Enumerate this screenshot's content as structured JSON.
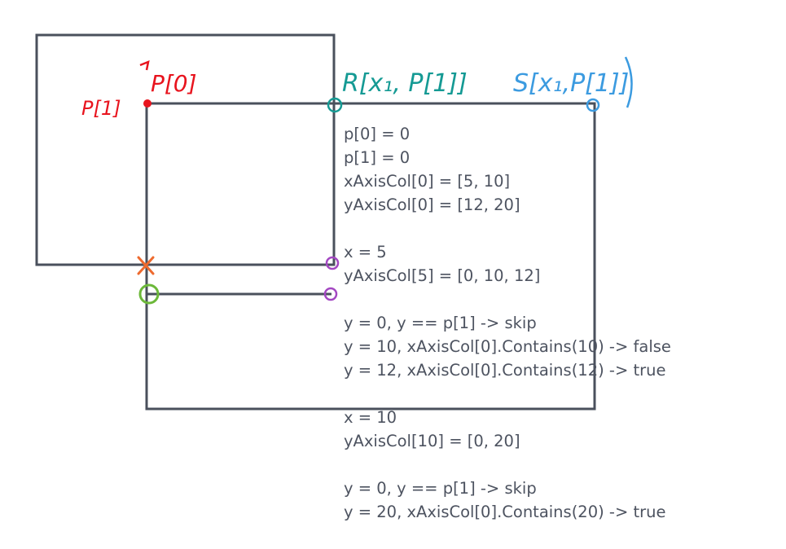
{
  "annotations": {
    "p0": "P[0]",
    "p1": "P[1]",
    "r": "R[x₁, P[1]]",
    "s": "S[x₁,P[1]]"
  },
  "colors": {
    "rect_stroke": "#4a505c",
    "code_text": "#4d5360",
    "red": "#e8141e",
    "teal": "#159a94",
    "blue": "#3c9be0",
    "purple": "#a347c2",
    "orange": "#ee6a2e",
    "green": "#6cb83a"
  },
  "code_lines": [
    "p[0] = 0",
    "p[1] = 0",
    "xAxisCol[0] = [5, 10]",
    "yAxisCol[0] = [12, 20]",
    "",
    "x = 5",
    "yAxisCol[5] = [0, 10, 12]",
    "",
    "y = 0, y == p[1] -> skip",
    "y = 10, xAxisCol[0].Contains(10) -> false",
    "y = 12, xAxisCol[0].Contains(12) -> true",
    "",
    "x = 10",
    "yAxisCol[10] = [0, 20]",
    "",
    "y = 0, y == p[1] -> skip",
    "y = 20, xAxisCol[0].Contains(20) -> true"
  ]
}
